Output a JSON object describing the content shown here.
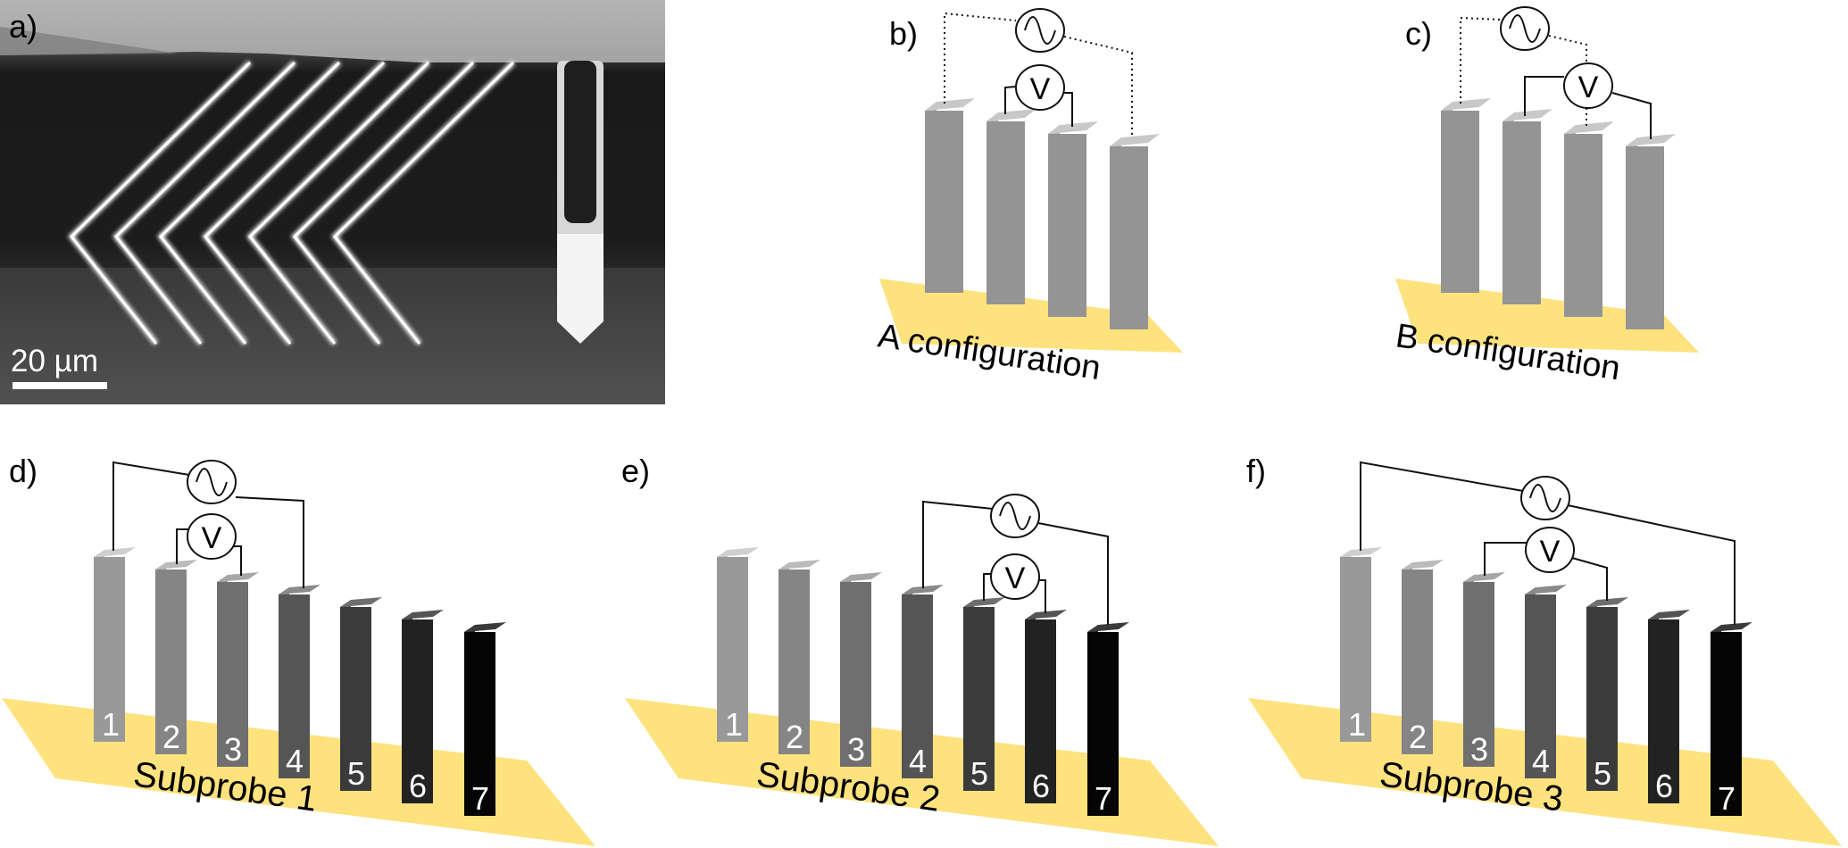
{
  "panels": {
    "a": {
      "label": "a)",
      "scale_bar": "20 µm"
    },
    "b": {
      "label": "b)",
      "configuration": "A configuration",
      "meter": "V"
    },
    "c": {
      "label": "c)",
      "configuration": "B configuration",
      "meter": "V"
    },
    "d": {
      "label": "d)",
      "caption": "Subprobe 1",
      "meter": "V",
      "numbers": [
        "1",
        "2",
        "3",
        "4",
        "5",
        "6",
        "7"
      ]
    },
    "e": {
      "label": "e)",
      "caption": "Subprobe 2",
      "meter": "V",
      "numbers": [
        "1",
        "2",
        "3",
        "4",
        "5",
        "6",
        "7"
      ]
    },
    "f": {
      "label": "f)",
      "caption": "Subprobe 3",
      "meter": "V",
      "numbers": [
        "1",
        "2",
        "3",
        "4",
        "5",
        "6",
        "7"
      ]
    }
  },
  "colors": {
    "substrate": "#fde27e",
    "probe_gray": "#959595",
    "probe_shades": [
      "#999999",
      "#858585",
      "#6f6f6f",
      "#555555",
      "#3b3b3b",
      "#222222",
      "#050505"
    ]
  }
}
